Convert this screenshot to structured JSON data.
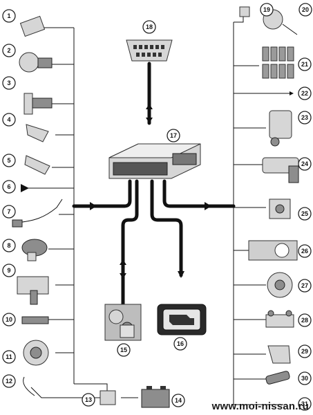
{
  "diagram": {
    "labels": {
      "n1": "1",
      "n2": "2",
      "n3": "3",
      "n4": "4",
      "n5": "5",
      "n6": "6",
      "n7": "7",
      "n8": "8",
      "n9": "9",
      "n10": "10",
      "n11": "11",
      "n12": "12",
      "n13": "13",
      "n14": "14",
      "n15": "15",
      "n16": "16",
      "n17": "17",
      "n18": "18",
      "n19": "19",
      "n20": "20",
      "n21": "21",
      "n22": "22",
      "n23": "23",
      "n24": "24",
      "n25": "25",
      "n26": "26",
      "n27": "27",
      "n28": "28",
      "n29": "29",
      "n30": "30",
      "n31": "31"
    }
  },
  "watermark": "www.moi-nissan.ru"
}
